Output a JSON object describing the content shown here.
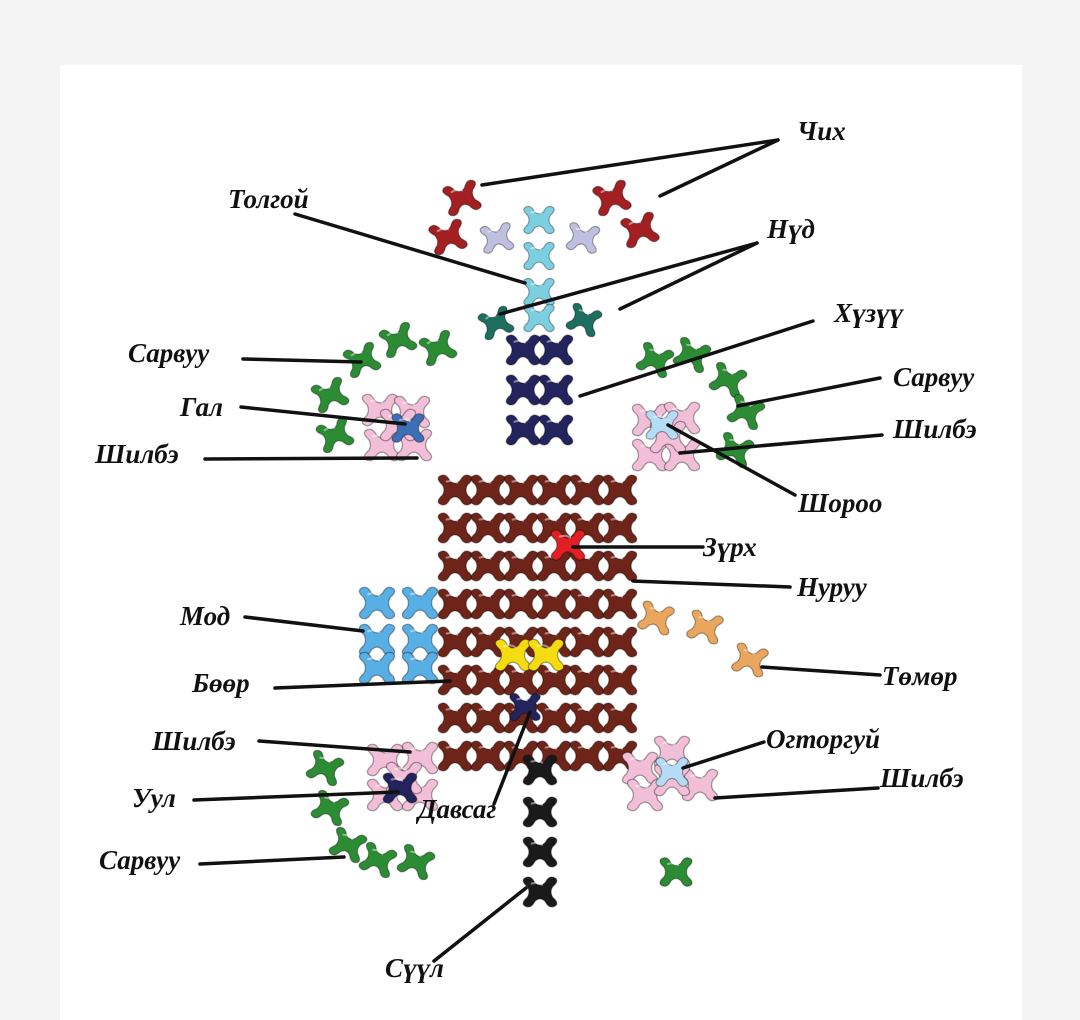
{
  "colors": {
    "background": "#ffffff",
    "page_edge": "#f4f4f4",
    "brown": "#6e2418",
    "navy": "#23235e",
    "cyan": "#7ccfe0",
    "dark_red": "#a31f22",
    "lavender": "#bfbfe0",
    "teal": "#1d6e5e",
    "green": "#2b8c34",
    "pink": "#f3bfd8",
    "blue_gal": "#3c6fb6",
    "light_blue": "#b4dcf6",
    "red_heart": "#e11f25",
    "sky_blue": "#57afe6",
    "yellow": "#f4dc10",
    "tan": "#e9a65c",
    "black": "#1a1a1a"
  },
  "labels": {
    "chikh": "Чих",
    "tolgoi": "Толгой",
    "nud": "Нүд",
    "khuzuu": "Хүзүү",
    "sarvuu_upper_left": "Сарвуу",
    "sarvuu_upper_right": "Сарвуу",
    "gal": "Гал",
    "shilbe_upper_left": "Шилбэ",
    "shilbe_upper_right": "Шилбэ",
    "shoroo": "Шороо",
    "zurkh": "Зүрх",
    "nuruu": "Нуруу",
    "mod": "Мод",
    "boor": "Бөөр",
    "tumur": "Төмөр",
    "shilbe_lower_left": "Шилбэ",
    "ogtorgui": "Огторгуй",
    "shilbe_lower_right": "Шилбэ",
    "uul": "Уул",
    "davsag": "Давсаг",
    "sarvuu_lower_left": "Сарвуу",
    "suul": "Сүүл"
  }
}
